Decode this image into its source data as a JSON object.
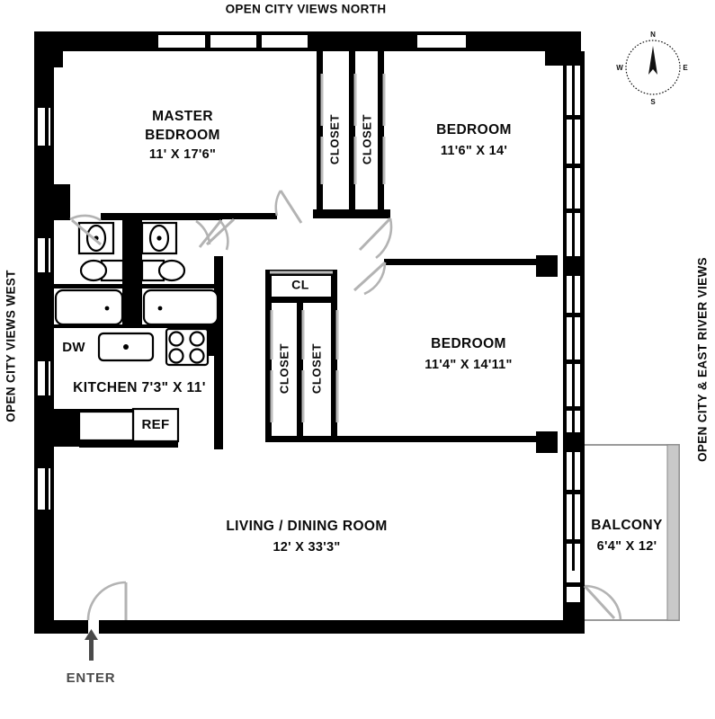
{
  "document": {
    "type": "floor-plan",
    "title": "Apartment Floor Plan"
  },
  "orientation_labels": {
    "north": "OPEN CITY VIEWS NORTH",
    "west": "OPEN CITY VIEWS WEST",
    "east": "OPEN CITY & EAST RIVER VIEWS"
  },
  "compass": {
    "name": "compass-rose",
    "north": "N",
    "east": "E",
    "south": "S",
    "west": "W"
  },
  "rooms": [
    {
      "id": "master-bedroom",
      "name_line1": "MASTER",
      "name_line2": "BEDROOM",
      "dimensions": "11' X 17'6\""
    },
    {
      "id": "bedroom-2",
      "name_line1": "BEDROOM",
      "dimensions": "11'6\" X 14'"
    },
    {
      "id": "bedroom-3",
      "name_line1": "BEDROOM",
      "dimensions": "11'4\" X 14'11\""
    },
    {
      "id": "kitchen",
      "name_line1": "KITCHEN 7'3\" X 11'",
      "dimensions": "7'3\" X 11'"
    },
    {
      "id": "living-dining-room",
      "name_line1": "LIVING / DINING ROOM",
      "dimensions": "12' X 33'3\""
    },
    {
      "id": "balcony",
      "name_line1": "BALCONY",
      "dimensions": "6'4\" X 12'"
    }
  ],
  "closets": {
    "master_closet": "CLOSET",
    "bedroom2_closet": "CLOSET",
    "hall_closet_small": "CL",
    "bedroom3_closet_a": "CLOSET",
    "bedroom3_closet_b": "CLOSET"
  },
  "appliances": {
    "dishwasher": "DW",
    "refrigerator": "REF"
  },
  "entry": {
    "label": "ENTER"
  },
  "colors": {
    "wall": "#000000",
    "background": "#ffffff",
    "door_swing": "#b3b3b3",
    "enter_marker": "#4a4a4a",
    "balcony_rail": "#c9c9c9"
  }
}
